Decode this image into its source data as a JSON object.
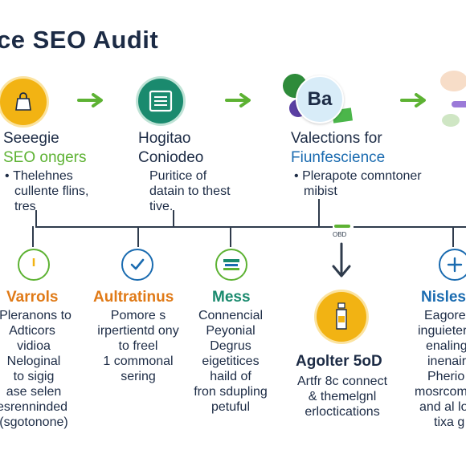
{
  "title": "ce SEO Audit",
  "colors": {
    "yellow": "#f2b313",
    "teal": "#1a8a6e",
    "green": "#5db233",
    "blue": "#1a6bb0",
    "orange": "#e07a17",
    "dark": "#1c2b45"
  },
  "top_steps": [
    {
      "icon": "bag-icon",
      "heading": "Seeegie",
      "subheading": "SEO ongers",
      "bullet": "Thelehnes",
      "lines": [
        "cullente flins,",
        "tres"
      ]
    },
    {
      "icon": "document-icon",
      "heading": "Hogitao",
      "subheading": "Coniodeo",
      "bullet": "Puritice of",
      "lines": [
        "datain to thest",
        "tive."
      ]
    },
    {
      "icon": "brand-badge-icon",
      "badge_text": "Ba",
      "heading": "Valections for",
      "subheading": "Fiunfescience",
      "bullet": "Plerapote comntoner",
      "lines": [
        "mibist"
      ]
    }
  ],
  "connector_tag": "OBD",
  "bottom_steps": [
    {
      "icon": "gauge-icon",
      "heading": "Varrols",
      "lines": [
        "Pleranons to",
        "Adticors",
        "vidioa",
        "Neloginal",
        "to sigig",
        "ase selen",
        "esrenninded",
        "(sgotonone)"
      ]
    },
    {
      "icon": "check-circle-icon",
      "heading": "Aultratinus",
      "lines": [
        "Pomore s",
        "irpertientd ony",
        "to freel",
        "1 commonal",
        "sering"
      ]
    },
    {
      "icon": "chart-circle-icon",
      "heading": "Mess",
      "lines": [
        "Connencial",
        "Peyonial",
        "Degrus",
        "eigetitices",
        "haild of",
        "fron sdupling",
        "petuful"
      ]
    },
    {
      "icon": "bottle-icon",
      "heading": "Agolter 5oD",
      "lines": [
        "Artfr 8c connect",
        "& themelgnl",
        "erloctications"
      ]
    },
    {
      "icon": "plus-circle-icon",
      "heading": "Nislesh",
      "lines": [
        "Eagorel",
        "inguieter",
        "enaling",
        "inenair",
        "Pherio",
        "mosrcomn",
        "and al lo",
        "tixa g"
      ]
    }
  ]
}
